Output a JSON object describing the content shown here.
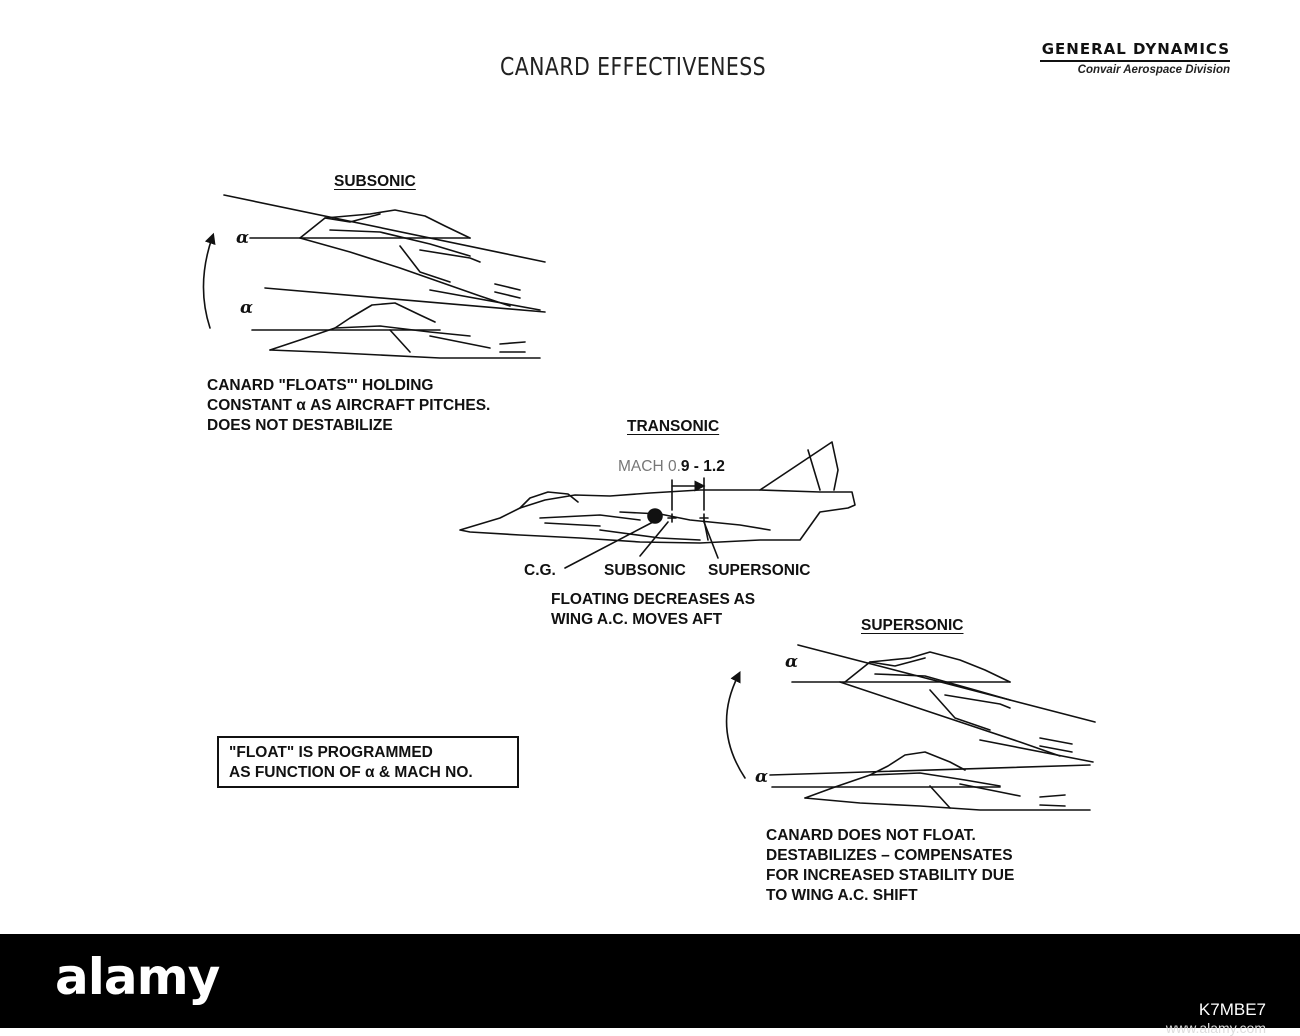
{
  "title": "CANARD EFFECTIVENESS",
  "brand": {
    "name": "GENERAL DYNAMICS",
    "division": "Convair Aerospace Division"
  },
  "subsonic": {
    "heading": "SUBSONIC",
    "alpha": "α",
    "note_lines": [
      "CANARD \"FLOATS\"' HOLDING",
      "CONSTANT α AS AIRCRAFT PITCHES.",
      "DOES NOT DESTABILIZE"
    ]
  },
  "transonic": {
    "heading": "TRANSONIC",
    "mach_prefix": "MACH 0.",
    "mach_rest": "9 - 1.2",
    "labels": {
      "cg": "C.G.",
      "subsonic": "SUBSONIC",
      "supersonic": "SUPERSONIC"
    },
    "note_lines": [
      "FLOATING DECREASES AS",
      "WING A.C. MOVES AFT"
    ]
  },
  "supersonic": {
    "heading": "SUPERSONIC",
    "alpha": "α",
    "note_lines": [
      "CANARD DOES NOT FLOAT.",
      "DESTABILIZES – COMPENSATES",
      "FOR INCREASED STABILITY DUE",
      "TO WING A.C. SHIFT"
    ]
  },
  "boxnote": {
    "lines": [
      "\"FLOAT\" IS PROGRAMMED",
      "AS FUNCTION OF α & MACH NO."
    ]
  },
  "footer": {
    "wordmark": "alamy",
    "image_id": "K7MBE7",
    "url": "www.alamy.com"
  }
}
